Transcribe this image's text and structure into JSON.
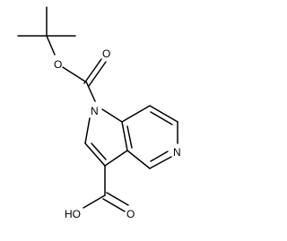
{
  "molecule": {
    "atoms": {
      "o_ester_carbonyl": "O",
      "o_ester_link": "O",
      "n_pyrrole": "N",
      "n_pyridine": "N",
      "acid_hydroxyl": "HO",
      "o_acid_carbonyl": "O"
    },
    "colors": {
      "bond": "#000000",
      "label": "#000000",
      "background": "#ffffff"
    }
  }
}
